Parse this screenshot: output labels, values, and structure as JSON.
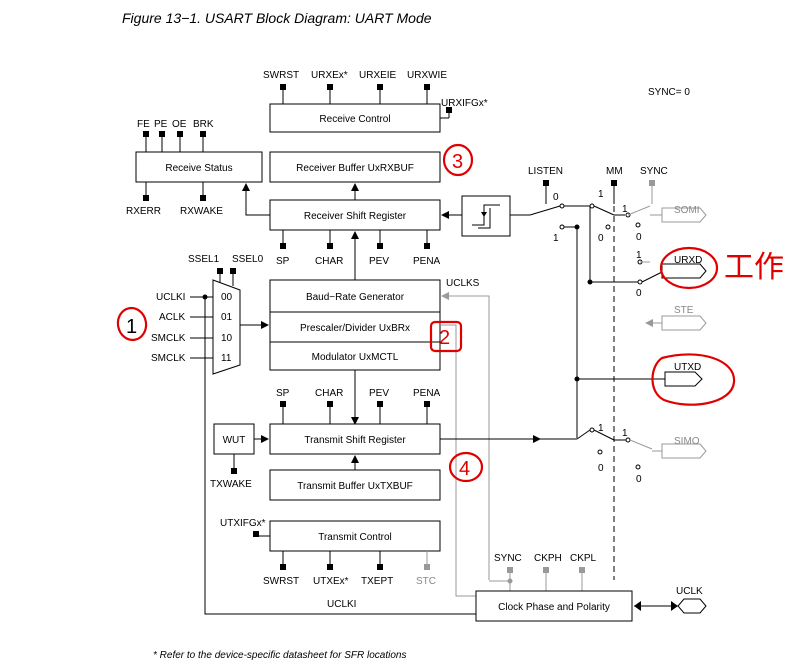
{
  "title": "Figure 13−1.  USART Block Diagram: UART Mode",
  "sync_label": "SYNC= 0",
  "footnote": "* Refer to the device-specific datasheet for SFR locations",
  "blocks": {
    "receive_control": "Receive Control",
    "receive_status": "Receive Status",
    "receiver_buffer": "Receiver Buffer UxRXBUF",
    "receiver_shift": "Receiver Shift Register",
    "baud_rate": "Baud−Rate Generator",
    "prescaler": "Prescaler/Divider UxBRx",
    "modulator": "Modulator UxMCTL",
    "transmit_shift": "Transmit Shift Register",
    "transmit_buffer": "Transmit Buffer UxTXBUF",
    "transmit_control": "Transmit Control",
    "clock_phase": "Clock Phase and Polarity",
    "wut": "WUT"
  },
  "signals": {
    "swrst_top": "SWRST",
    "urxe": "URXEx*",
    "urxeie": "URXEIE",
    "urxwie": "URXWIE",
    "urxifg": "URXIFGx*",
    "fe": "FE",
    "pe": "PE",
    "oe": "OE",
    "brk": "BRK",
    "rxerr": "RXERR",
    "rxwake": "RXWAKE",
    "sp_rx": "SP",
    "char_rx": "CHAR",
    "pev_rx": "PEV",
    "pena_rx": "PENA",
    "ssel1": "SSEL1",
    "ssel0": "SSEL0",
    "uclki_in": "UCLKI",
    "aclk": "ACLK",
    "smclk_a": "SMCLK",
    "smclk_b": "SMCLK",
    "mux_00": "00",
    "mux_01": "01",
    "mux_10": "10",
    "mux_11": "11",
    "uclks": "UCLKS",
    "sp_tx": "SP",
    "char_tx": "CHAR",
    "pev_tx": "PEV",
    "pena_tx": "PENA",
    "txwake": "TXWAKE",
    "utxifg": "UTXIFGx*",
    "swrst_bot": "SWRST",
    "utxe": "UTXEx*",
    "txept": "TXEPT",
    "stc": "STC",
    "sync_cp": "SYNC",
    "ckph": "CKPH",
    "ckpl": "CKPL",
    "uclki_bottom": "UCLKI",
    "uclk": "UCLK",
    "listen": "LISTEN",
    "mm": "MM",
    "sync_sw": "SYNC",
    "somi": "SOMI",
    "urxd": "URXD",
    "ste": "STE",
    "utxd": "UTXD",
    "simo": "SIMO",
    "one": "1",
    "zero": "0"
  },
  "annotations": {
    "note1": "1",
    "note2": "2",
    "note3": "3",
    "note4": "4",
    "handwritten_chinese": "工作"
  }
}
